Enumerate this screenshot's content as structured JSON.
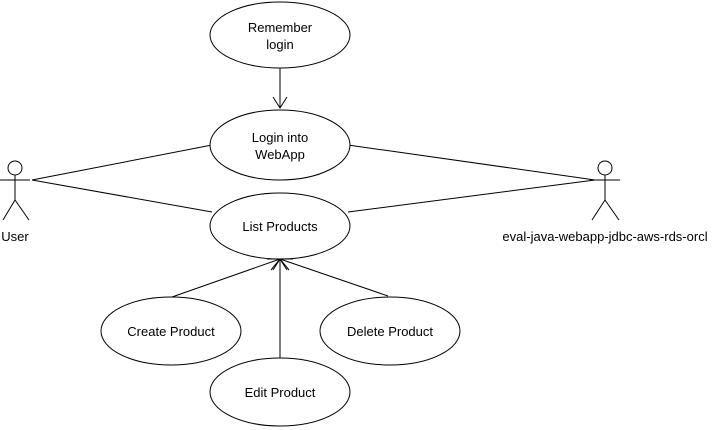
{
  "diagram": {
    "use_cases": {
      "remember_login": [
        "Remember",
        "login"
      ],
      "login": [
        "Login into",
        "WebApp"
      ],
      "list_products": [
        "List Products"
      ],
      "create_product": [
        "Create Product"
      ],
      "edit_product": [
        "Edit Product"
      ],
      "delete_product": [
        "Delete Product"
      ]
    },
    "actors": {
      "user": "User",
      "system": "eval-java-webapp-jdbc-aws-rds-orcl"
    },
    "relations": [
      {
        "from": "remember_login",
        "to": "login",
        "kind": "directed"
      },
      {
        "from": "user",
        "to": "login",
        "kind": "association"
      },
      {
        "from": "user",
        "to": "list_products",
        "kind": "association"
      },
      {
        "from": "system",
        "to": "login",
        "kind": "association"
      },
      {
        "from": "system",
        "to": "list_products",
        "kind": "association"
      },
      {
        "from": "create_product",
        "to": "list_products",
        "kind": "directed"
      },
      {
        "from": "edit_product",
        "to": "list_products",
        "kind": "directed"
      },
      {
        "from": "delete_product",
        "to": "list_products",
        "kind": "directed"
      }
    ]
  }
}
